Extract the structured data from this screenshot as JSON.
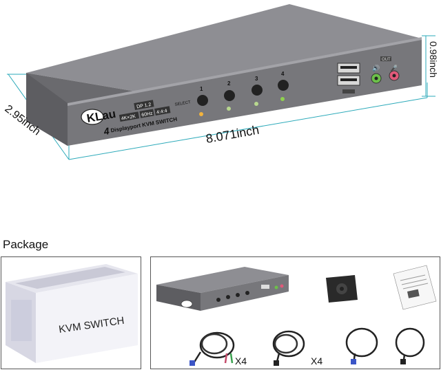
{
  "product": {
    "brand": "KLau",
    "badges": [
      "DP 1.2",
      "4K×2K",
      "60Hz",
      "4:4:4"
    ],
    "model_line": "Displayport KVM SWITCH",
    "port_count_mark": "4",
    "select_label": "SELECT",
    "port_numbers": [
      "1",
      "2",
      "3",
      "4"
    ],
    "out_label": "OUT",
    "dim_depth": "2.95inch",
    "dim_width": "8.071inch",
    "dim_height": "0.98inch"
  },
  "package": {
    "label": "Package",
    "box_text": "KVM SWITCH",
    "cable_qty_1": "X4",
    "cable_qty_2": "X4"
  },
  "colors": {
    "device_body": "#77777b",
    "device_top": "#8e8e93",
    "dimension_lines": "#2aa9b9",
    "led_active": "#f2b33d",
    "led_idle": "#8fd14f",
    "mic_jack": "#e05a7a",
    "speaker_jack": "#6cc04a"
  }
}
